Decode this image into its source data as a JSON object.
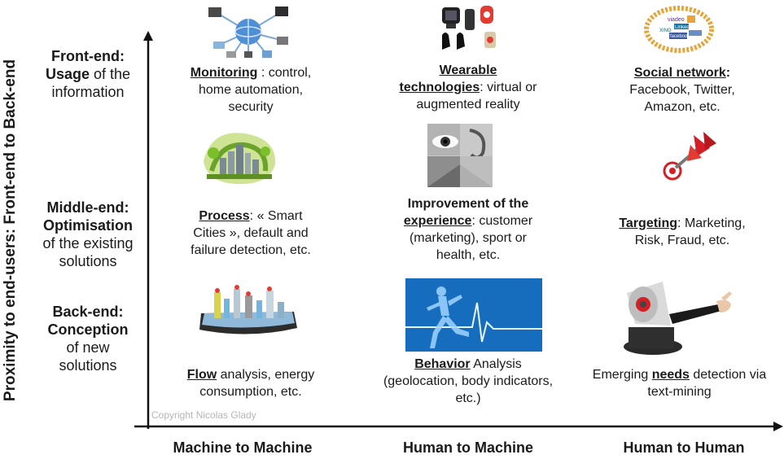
{
  "y_axis": {
    "title": "Proximity to end-users: Front-end to Back-end"
  },
  "rows": [
    {
      "bold": "Front-end:",
      "line2_bold": "Usage",
      "line2_rest": " of the",
      "line3": "information"
    },
    {
      "bold": "Middle-end:",
      "line2_bold": "Optimisation",
      "line3": "of the existing",
      "line4": "solutions"
    },
    {
      "bold": "Back-end:",
      "line2_bold": "Conception",
      "line3": "of new",
      "line4": "solutions"
    }
  ],
  "columns": [
    "Machine to Machine",
    "Human to Machine",
    "Human to Human"
  ],
  "cells": {
    "monitoring": {
      "kw": "Monitoring",
      "rest1": " : control,",
      "line2": "home automation,",
      "line3": "security"
    },
    "wearable": {
      "kw1": "Wearable",
      "kw2": "technologies",
      "rest2": ": virtual or",
      "line3": "augmented reality"
    },
    "social": {
      "kw": "Social network",
      "rest1": ":",
      "line2": "Facebook, Twitter,",
      "line3": "Amazon, etc."
    },
    "process": {
      "kw": "Process",
      "rest1": ": « Smart",
      "line2": "Cities », default and",
      "line3": "failure detection, etc."
    },
    "improvement": {
      "head": "Improvement of the",
      "kw": "experience",
      "rest2": ": customer",
      "line3": "(marketing), sport or",
      "line4": "health, etc."
    },
    "targeting": {
      "kw": "Targeting",
      "rest1": ": Marketing,",
      "line2": "Risk, Fraud, etc."
    },
    "flow": {
      "kw": "Flow",
      "rest1": " analysis, energy",
      "line2": "consumption, etc."
    },
    "behavior": {
      "kw": "Behavior",
      "rest1": " Analysis",
      "line2": "(geolocation, body indicators,",
      "line3": "etc.)"
    },
    "needs": {
      "pre": "Emerging ",
      "kw": "needs",
      "rest1": " detection via",
      "line2": "text-mining"
    }
  },
  "copyright": "Copyright Nicolas Glady",
  "social_logos": [
    "viadeo",
    "LinkedIn",
    "XING",
    "facebook",
    "Netlog"
  ],
  "icons": {
    "network": "network-icon",
    "gadgets": "wearable-gadgets-icon",
    "social": "social-network-icon",
    "smart_city": "smart-city-icon",
    "eye": "eye-icon",
    "dart": "dart-target-icon",
    "tablet": "city-tablet-icon",
    "runner": "runner-heartbeat-icon",
    "megaphone": "megaphone-icon"
  },
  "colors": {
    "axis": "#111111",
    "text": "#1a1a1a",
    "copyright": "#b5b5b5"
  }
}
